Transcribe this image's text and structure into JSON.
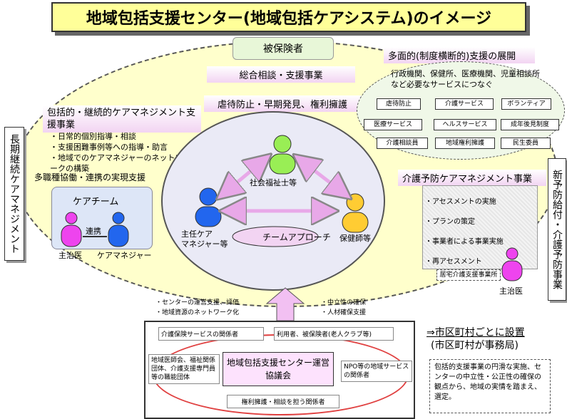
{
  "title": "地域包括支援センター(地域包括ケアシステム)のイメージ",
  "left_side": "長期継続ケアマネジメント",
  "right_side": "新予防給付・介護予防事業",
  "center": {
    "insured": "被保険者",
    "consult": "総合相談・支援事業",
    "abuse": "虐待防止・早期発見、権利擁護",
    "social_worker": "社会福祉士等",
    "care_manager": "主任ケア\nマネジャー等",
    "nurse": "保健師等",
    "team_approach": "チームアプローチ"
  },
  "care_mgmt": {
    "heading": "包括的・継続的ケアマネジメント支援事業",
    "items": [
      "・日常的個別指導・相談",
      "・支援困難事例等への指導・助言",
      "・地域でのケアマネジャーのネットワークの構築"
    ],
    "cooperation": "多職種協働・連携の実現支援"
  },
  "care_team": {
    "label": "ケアチーム",
    "link": "連携",
    "doctor": "主治医",
    "manager": "ケアマネジャー"
  },
  "multi": {
    "heading": "多面的(制度横断的)支援の展開",
    "desc": "行政機関、保健所、医療機関、児童相談所など必要なサービスにつなぐ",
    "chips": [
      "虐待防止",
      "介護サービス",
      "ボランティア",
      "医療サービス",
      "ヘルスサービス",
      "成年後見制度",
      "介護相談員",
      "地域権利擁護",
      "民生委員"
    ]
  },
  "prevention": {
    "heading": "介護予防ケアマネジメント事業",
    "steps": [
      "・アセスメントの実施",
      "・プランの策定",
      "・事業者による事業実施",
      "・再アセスメント"
    ],
    "office": "居宅介護支援事業所",
    "doctor": "主治医"
  },
  "arrow_notes": {
    "left": [
      "・センターの運営支援、評価",
      "・地域資源のネットワーク化"
    ],
    "right": [
      "・中立性の確保",
      "・人材確保支援"
    ]
  },
  "council": {
    "center": "地域包括支援センター運営協議会",
    "members": [
      "介護保険サービスの関係者",
      "利用者、被保険者(老人クラブ等)",
      "地域医師会、福祉関係団体、介護支援専門員等の職能団体",
      "NPO等の地域サービスの関係者",
      "権利擁護・相談を担う関係者"
    ]
  },
  "municipal": {
    "line1": "⇒市区町村ごとに設置",
    "line2": "(市区町村が事務局)",
    "note": "包括的支援事業の円滑な実施、センターの中立性・公正性の確保の観点から、地域の実情を踏まえ、選定。"
  },
  "colors": {
    "green": "#99ee55",
    "blue": "#2266ee",
    "orange": "#ffcc33",
    "magenta": "#ee44ee"
  }
}
